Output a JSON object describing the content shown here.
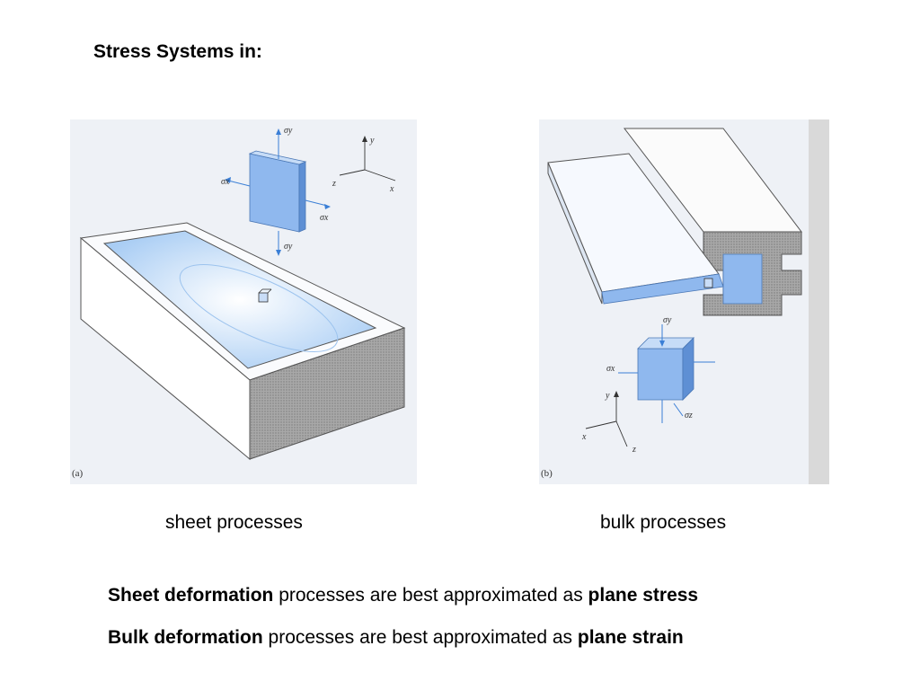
{
  "title": "Stress Systems in:",
  "figure_a": {
    "tag": "(a)",
    "caption": "sheet processes",
    "axes": {
      "x": "x",
      "y": "y",
      "z": "z"
    },
    "stress_labels": {
      "top": "σy",
      "left": "σx",
      "right": "σx",
      "bottom": "σy"
    }
  },
  "figure_b": {
    "tag": "(b)",
    "caption": "bulk processes",
    "axes": {
      "x": "x",
      "y": "y",
      "z": "z"
    },
    "stress_labels": {
      "top": "σy",
      "left": "σx",
      "bottom": "σz"
    }
  },
  "statements": [
    {
      "lead": "Sheet deformation",
      "middle": " processes are best approximated as ",
      "tail": "plane stress"
    },
    {
      "lead": "Bulk deformation",
      "middle": " processes are best approximated as ",
      "tail": "plane strain"
    }
  ],
  "colors": {
    "figure_bg": "#eef1f6",
    "blue": "#8fb8ee",
    "arrow": "#3b7fd6",
    "shade": "#9a9a9a"
  }
}
